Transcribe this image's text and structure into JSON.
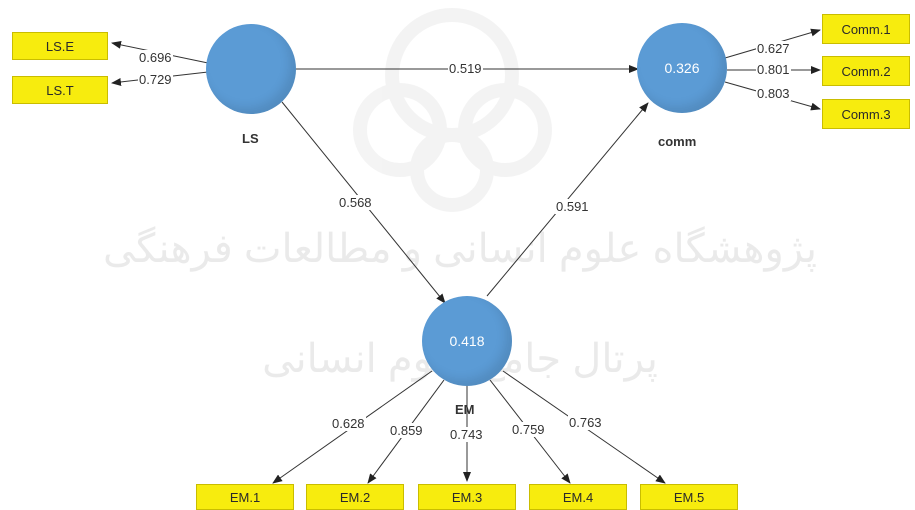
{
  "colors": {
    "construct_fill": "#5b9bd5",
    "indicator_fill": "#f7ec0e",
    "indicator_border": "#c9bd00",
    "arrow": "#333333",
    "watermark": "#e6e6e6"
  },
  "constructs": {
    "ls": {
      "label": "LS",
      "r2": ""
    },
    "comm": {
      "label": "comm",
      "r2": "0.326"
    },
    "em": {
      "label": "EM",
      "r2": "0.418"
    }
  },
  "indicators": {
    "ls": [
      "LS.E",
      "LS.T"
    ],
    "comm": [
      "Comm.1",
      "Comm.2",
      "Comm.3"
    ],
    "em": [
      "EM.1",
      "EM.2",
      "EM.3",
      "EM.4",
      "EM.5"
    ]
  },
  "loadings": {
    "ls": [
      "0.696",
      "0.729"
    ],
    "comm": [
      "0.627",
      "0.801",
      "0.803"
    ],
    "em": [
      "0.628",
      "0.859",
      "0.743",
      "0.759",
      "0.763"
    ]
  },
  "paths": {
    "ls_to_comm": "0.519",
    "ls_to_em": "0.568",
    "em_to_comm": "0.591"
  },
  "watermark": {
    "line1": "پژوهشگاه علوم انسانی و مطالعات فرهنگی",
    "line2": "پرتال جامع علوم انسانی"
  }
}
